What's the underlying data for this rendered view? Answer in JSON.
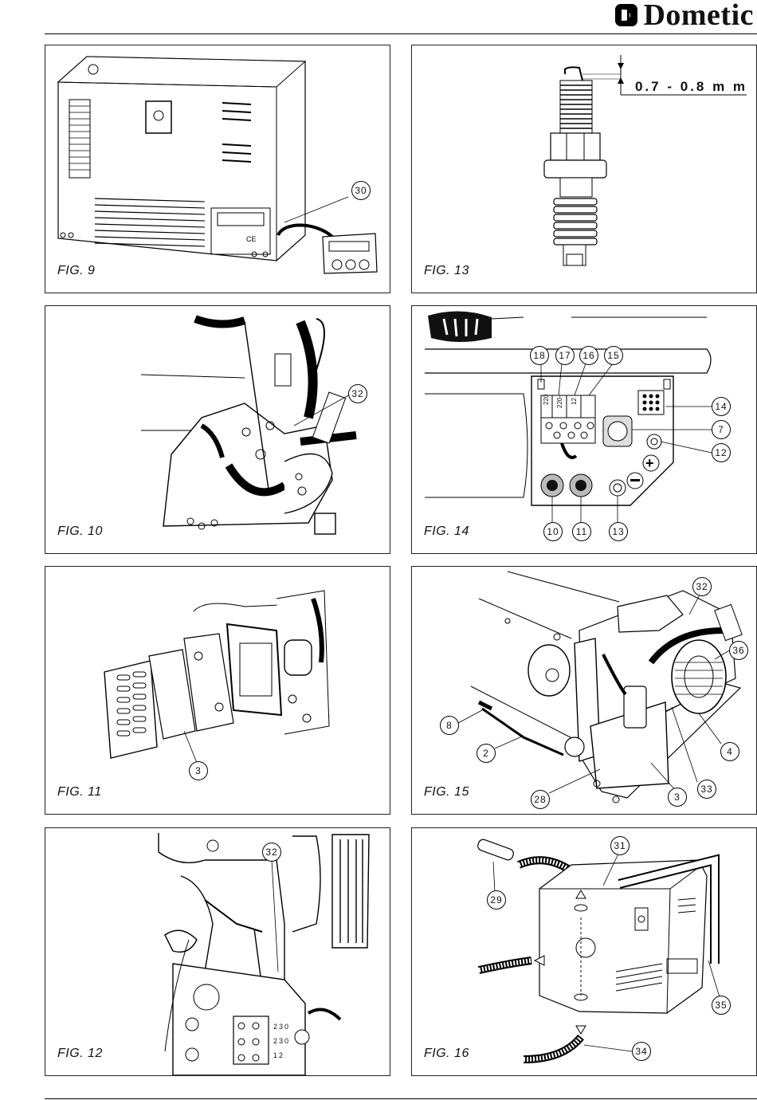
{
  "header": {
    "brand": "Dometic"
  },
  "figures": [
    {
      "label": "FIG. 9",
      "callouts": [
        "30"
      ]
    },
    {
      "label": "FIG. 13",
      "gap": "0.7 - 0.8 m m"
    },
    {
      "label": "FIG. 10",
      "callouts": [
        "32"
      ]
    },
    {
      "label": "FIG. 14",
      "callouts": [
        "18",
        "17",
        "16",
        "15",
        "14",
        "7",
        "12",
        "10",
        "11",
        "13"
      ],
      "terminals": [
        "220",
        "220-",
        "12"
      ]
    },
    {
      "label": "FIG. 11",
      "callouts": [
        "3"
      ]
    },
    {
      "label": "FIG. 15",
      "callouts": [
        "32",
        "36",
        "8",
        "2",
        "4",
        "33",
        "3",
        "28"
      ]
    },
    {
      "label": "FIG. 12",
      "callouts": [
        "32"
      ],
      "terminals": [
        "230",
        "230",
        "12"
      ]
    },
    {
      "label": "FIG. 16",
      "callouts": [
        "31",
        "29",
        "35",
        "34"
      ]
    }
  ]
}
